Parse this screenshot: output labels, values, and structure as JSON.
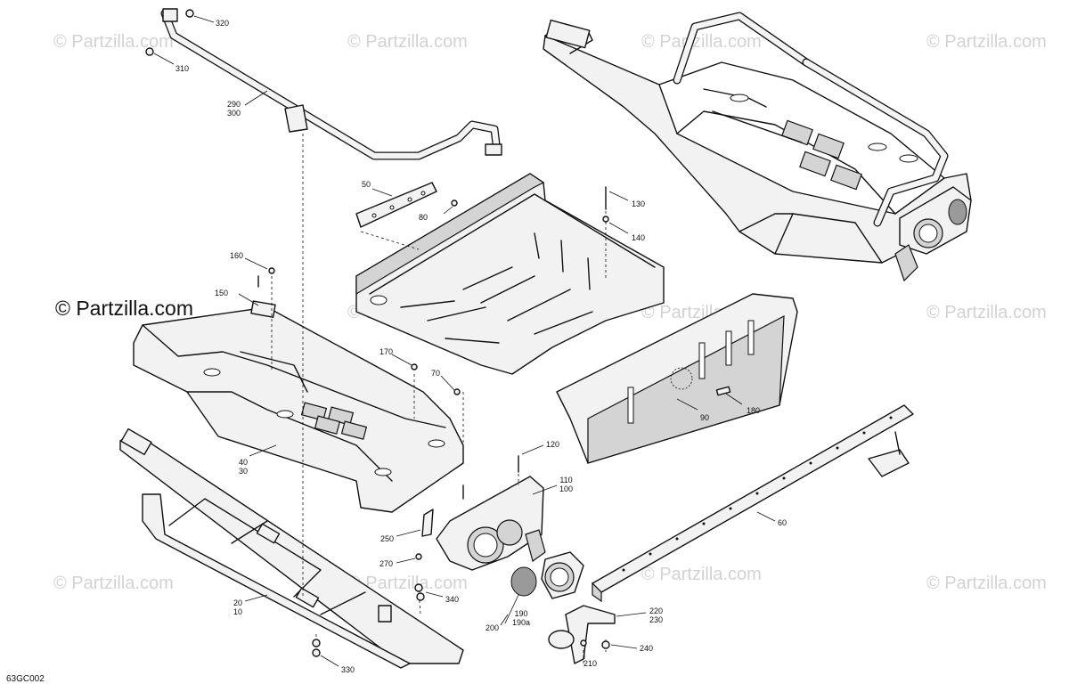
{
  "watermark": "© Partzilla.com",
  "brand": "© Partzilla.com",
  "diagram_code": "63GC002",
  "callouts": {
    "c320": "320",
    "c310": "310",
    "c290": "290\n300",
    "c50": "50",
    "c80": "80",
    "c130": "130",
    "c140": "140",
    "c160": "160",
    "c150": "150",
    "c170": "170",
    "c70": "70",
    "c40": "40\n30",
    "c90": "90",
    "c180": "180",
    "c120": "120",
    "c110": "110\n100",
    "c60": "60",
    "c250": "250",
    "c270": "270",
    "c20": "20\n10",
    "c340": "340",
    "c190": "190\n190a",
    "c200": "200",
    "c220": "220\n230",
    "c210": "210",
    "c240": "240",
    "c330": "330"
  }
}
